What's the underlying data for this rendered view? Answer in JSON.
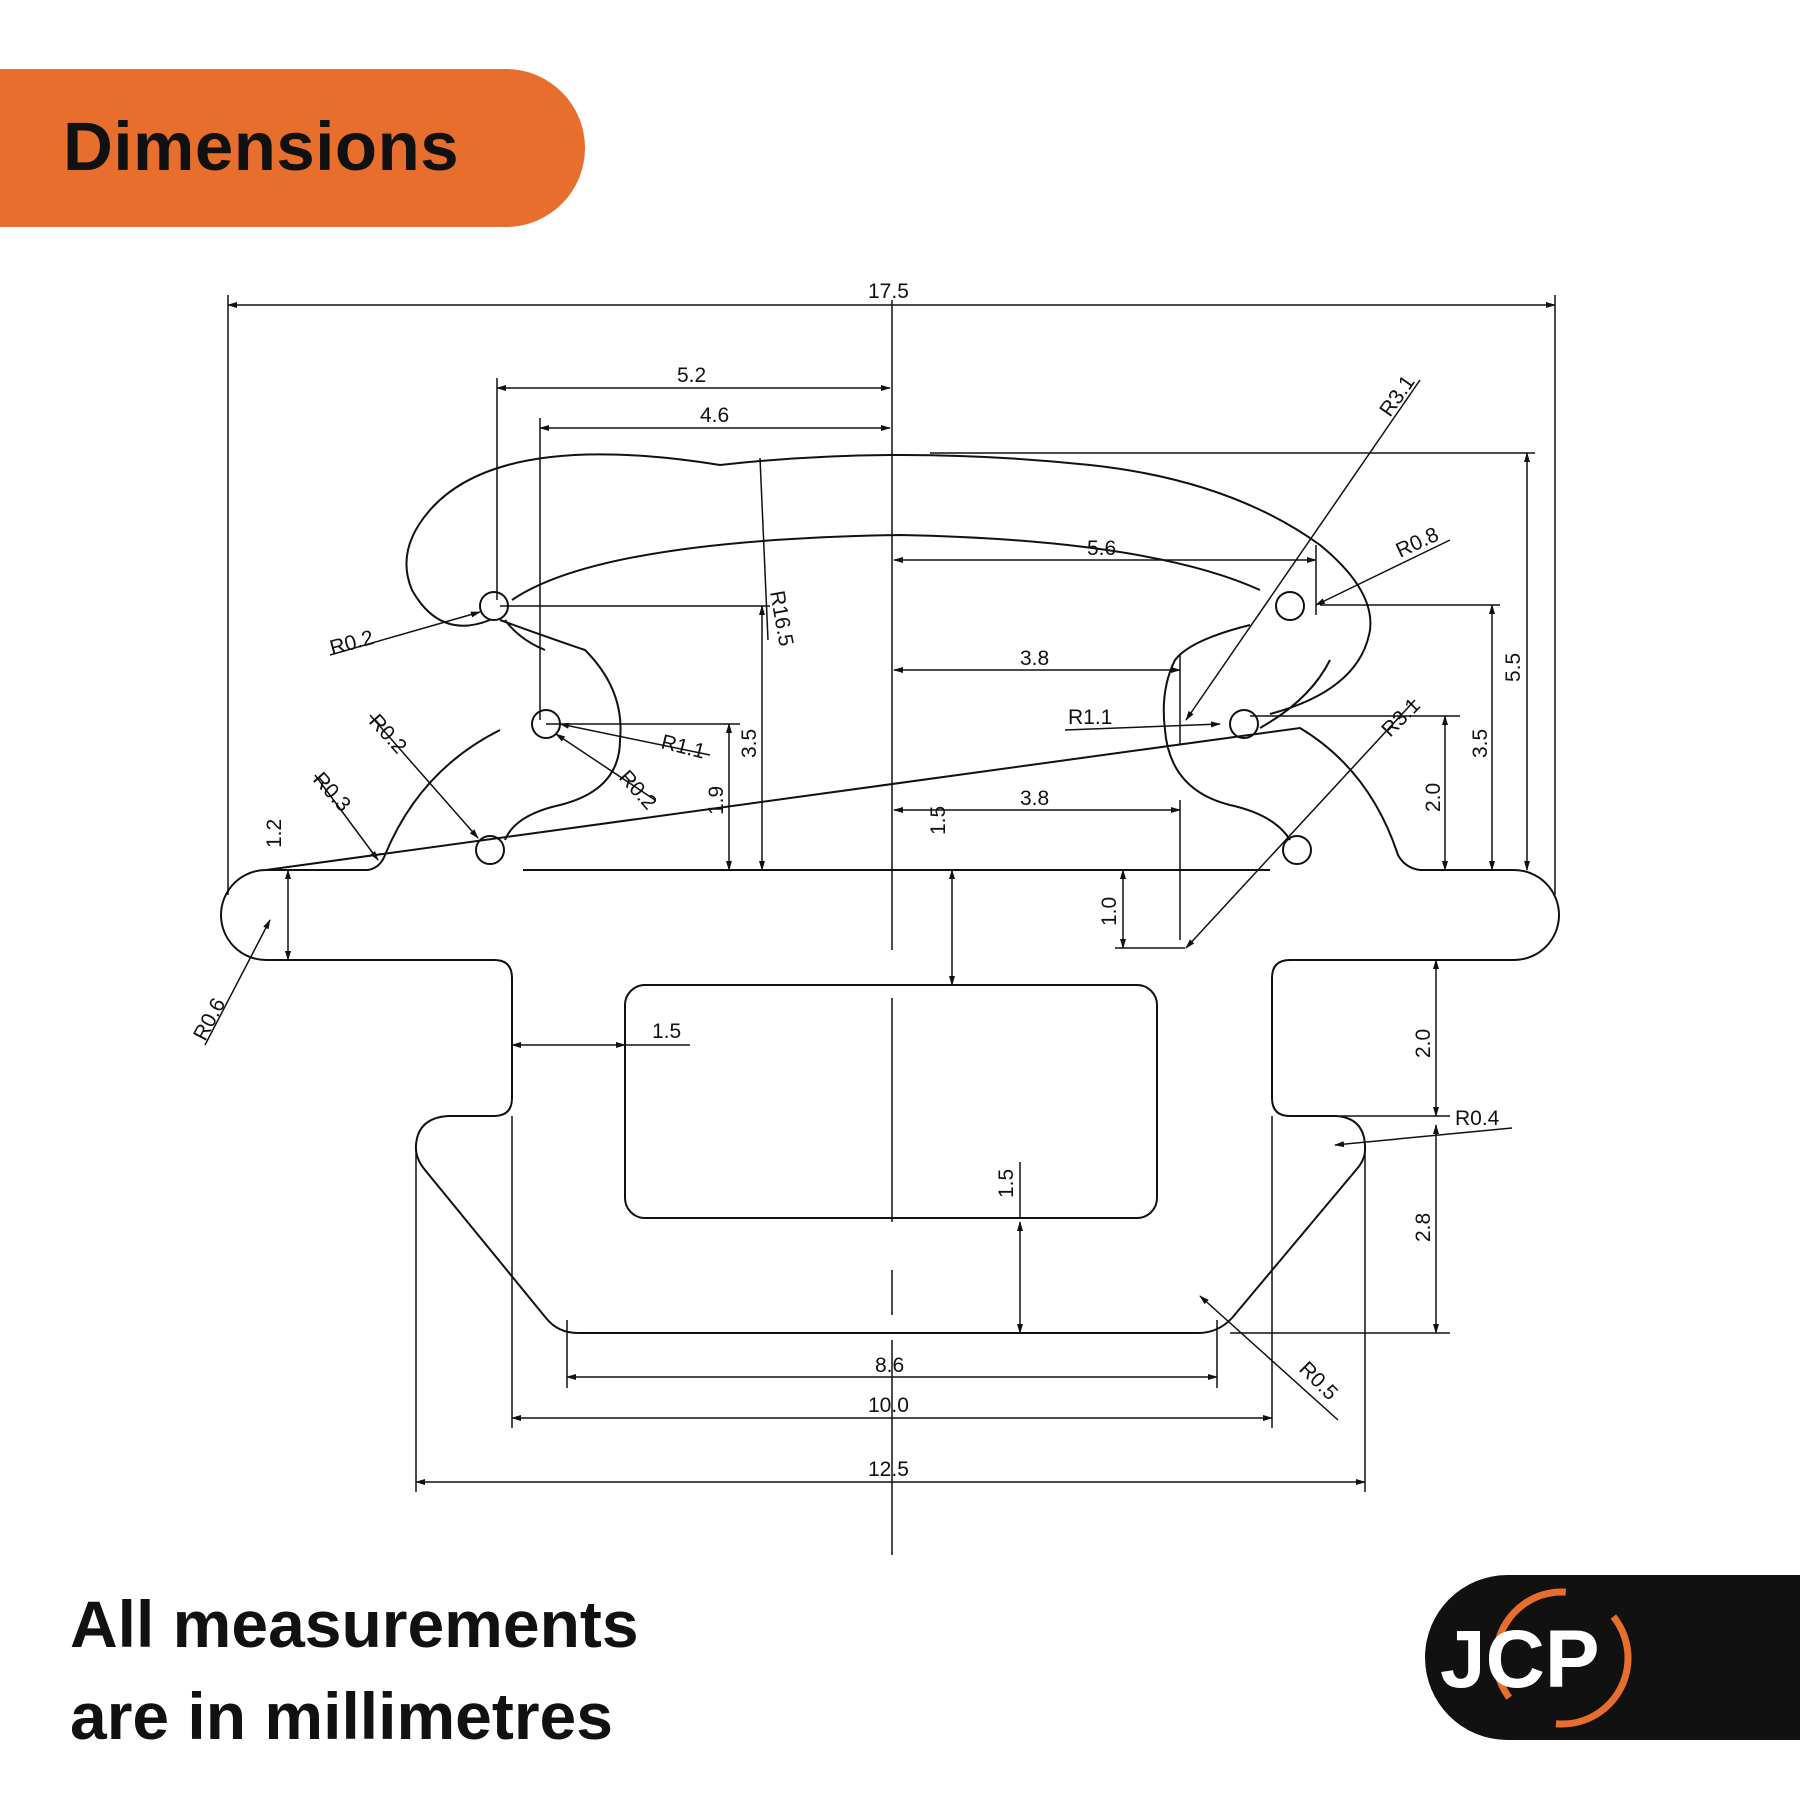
{
  "header": {
    "title": "Dimensions"
  },
  "footer": {
    "line1": "All measurements",
    "line2": "are in millimetres"
  },
  "logo": {
    "text": "JCP"
  },
  "colors": {
    "accent": "#E86E2E",
    "ink": "#111111",
    "logo_bg": "#111111"
  },
  "dimensions": {
    "overall_width": "17.5",
    "left_outer": "5.2",
    "left_inner": "4.6",
    "right_upper_width": "5.6",
    "right_mid_width": "3.8",
    "right_lower_width": "3.8",
    "r3_1_top": "R3.1",
    "r3_1_mid": "R3.1",
    "r0_8": "R0.8",
    "r0_2_left_top": "R0.2",
    "r16_5": "R16.5",
    "r0_2_left_mid": "R0.2",
    "r0_3": "R0.3",
    "r1_1_left": "R1.1",
    "r0_2_left_low": "R0.2",
    "r1_1_right": "R1.1",
    "height_5_5": "5.5",
    "height_3_5_right": "3.5",
    "height_2_0_right": "2.0",
    "height_3_5_left": "3.5",
    "height_1_9": "1.9",
    "height_1_5_center": "1.5",
    "height_1_2": "1.2",
    "height_1_0": "1.0",
    "r0_6": "R0.6",
    "wall_1_5": "1.5",
    "height_2_0_lower": "2.0",
    "r0_4": "R0.4",
    "height_2_8": "2.8",
    "base_1_5": "1.5",
    "r0_5": "R0.5",
    "width_8_6": "8.6",
    "width_10_0": "10.0",
    "width_12_5": "12.5"
  }
}
